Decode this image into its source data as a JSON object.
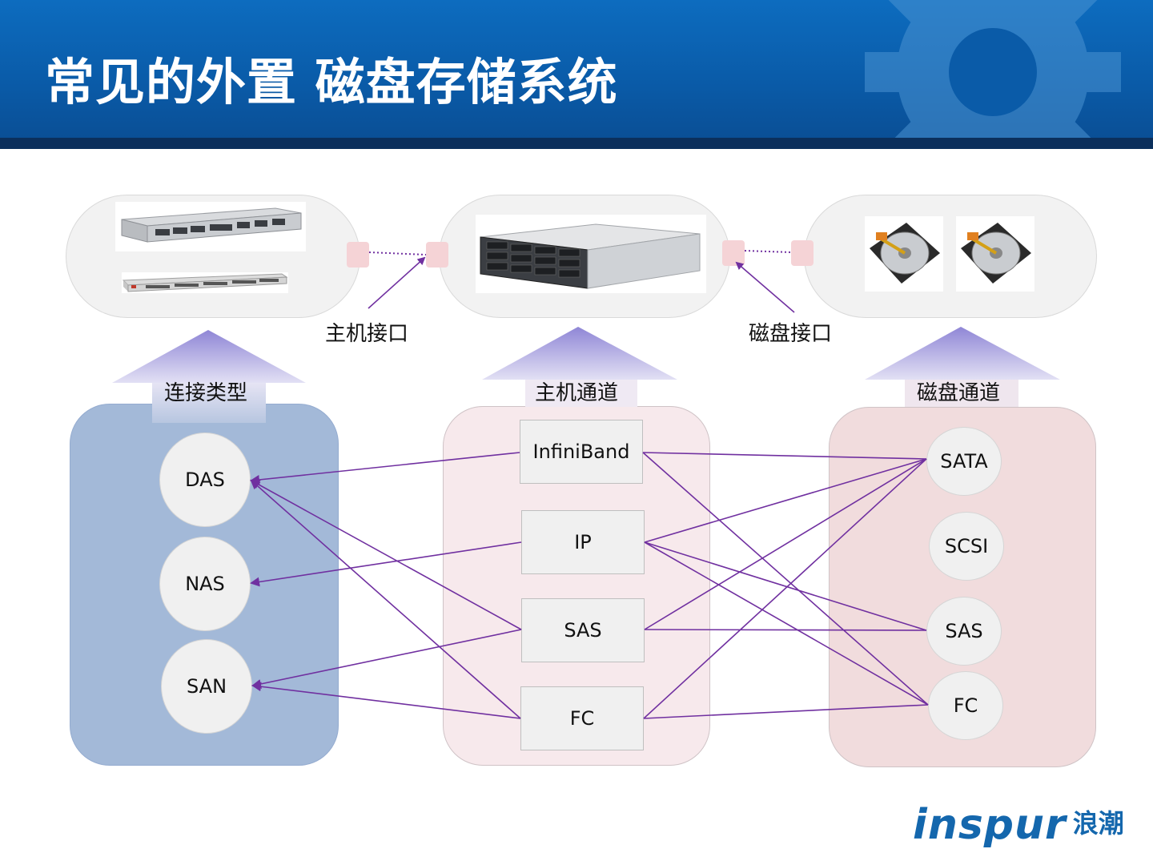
{
  "title": "常见的外置 磁盘存储系统",
  "interfaces": {
    "host": "主机接口",
    "disk": "磁盘接口"
  },
  "columns": [
    {
      "header": "连接类型",
      "items": [
        "DAS",
        "NAS",
        "SAN"
      ]
    },
    {
      "header": "主机通道",
      "items": [
        "InfiniBand",
        "IP",
        "SAS",
        "FC"
      ]
    },
    {
      "header": "磁盘通道",
      "items": [
        "SATA",
        "SCSI",
        "SAS",
        "FC"
      ]
    }
  ],
  "colors": {
    "header_bg": "#0a5ba8",
    "accent_line": "#7030a0",
    "panel_left": "#a3b9d8",
    "panel_mid": "#f7e9ec",
    "panel_right": "#f1dcdd"
  },
  "logo": {
    "en": "inspur",
    "cn": "浪潮"
  }
}
